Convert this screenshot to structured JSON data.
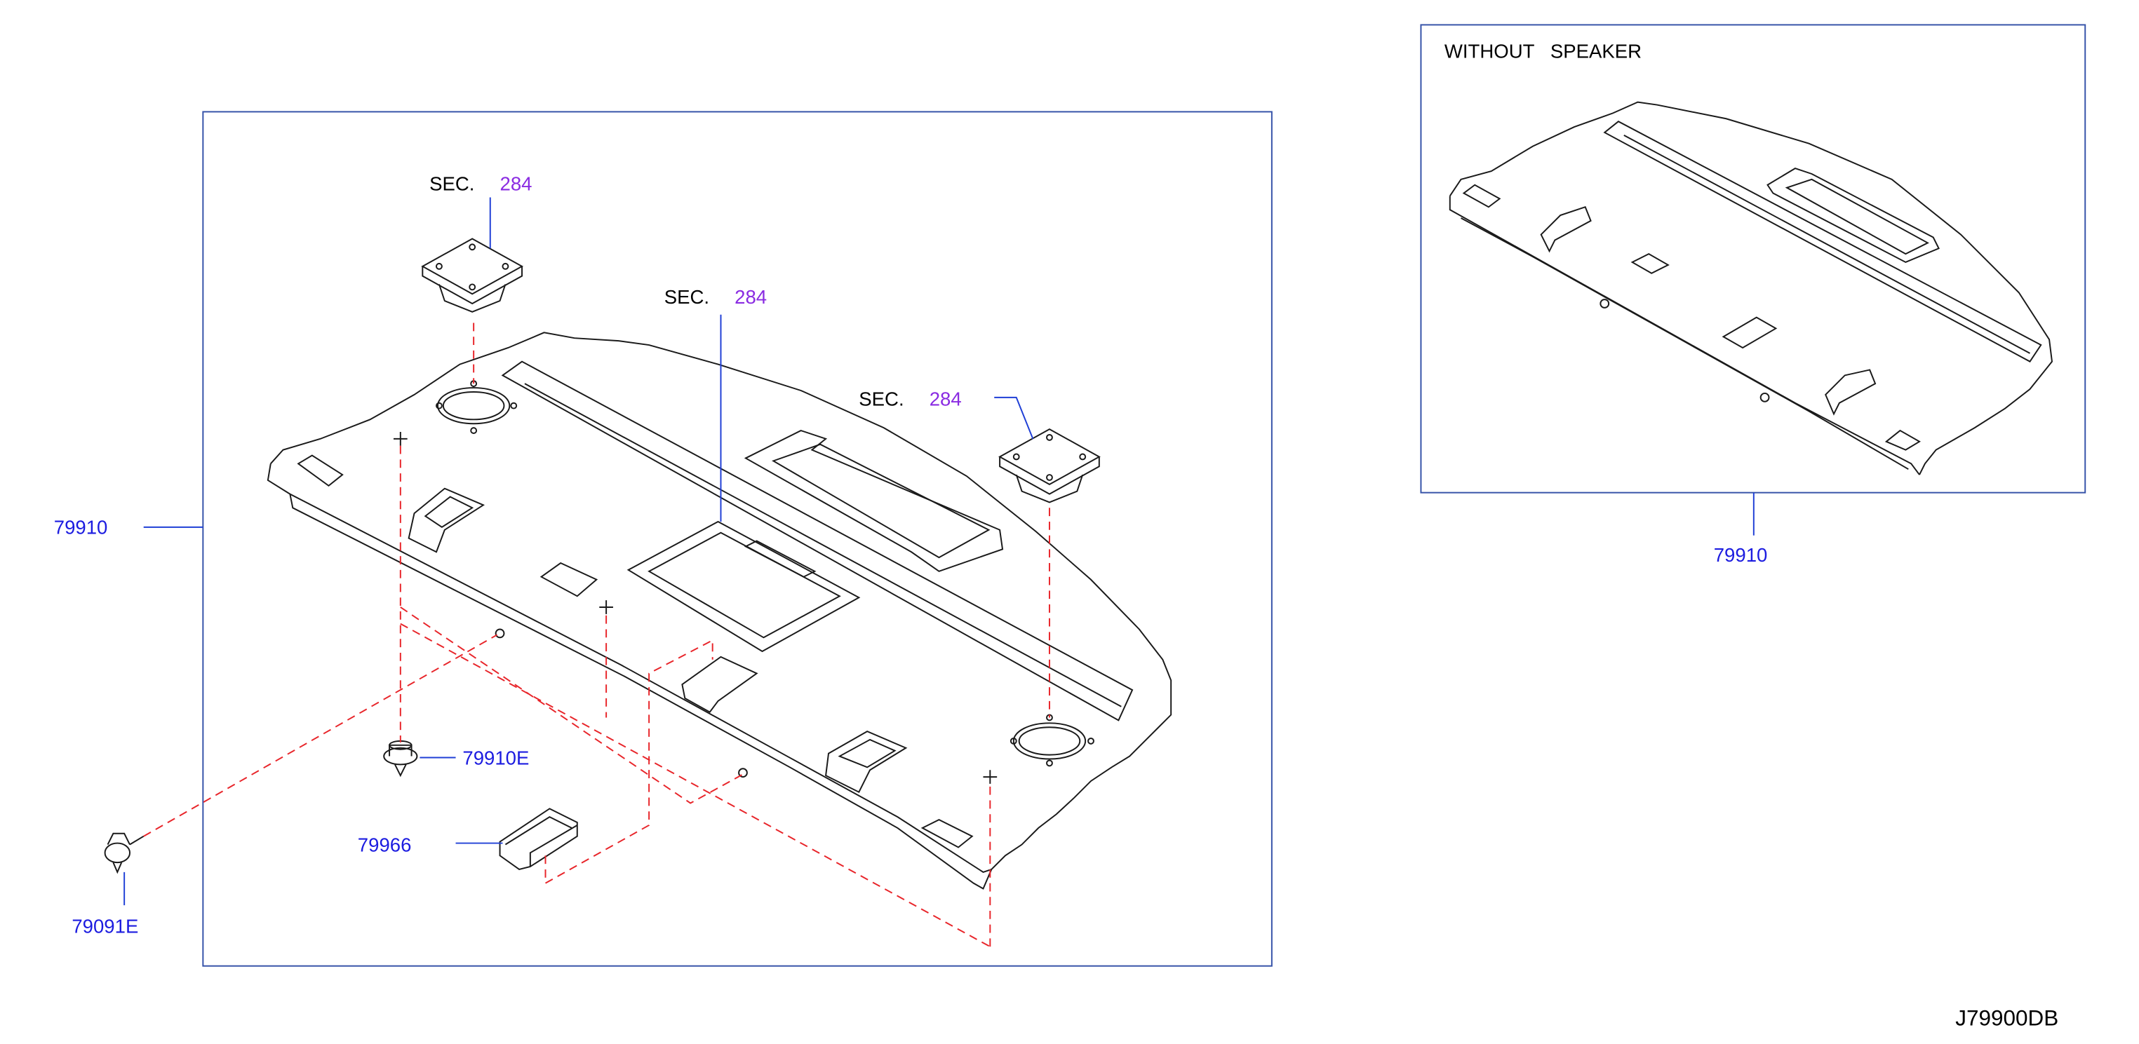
{
  "colors": {
    "frame": "#3552a8",
    "drawing": "#1a1a1a",
    "leader": "#1f3fd6",
    "dashed": "#e8252a",
    "part_number": "#1c1ce0",
    "section_ref": "#8a2be2",
    "text": "#000000"
  },
  "callouts": {
    "sec_left": {
      "prefix": "SEC.",
      "number": "284"
    },
    "sec_center": {
      "prefix": "SEC.",
      "number": "284"
    },
    "sec_right": {
      "prefix": "SEC.",
      "number": "284"
    }
  },
  "parts": {
    "main_shelf": "79910",
    "clip_e": "79910E",
    "cover": "79966",
    "fastener": "79091E",
    "inset_shelf": "79910"
  },
  "inset": {
    "title": "WITHOUT   SPEAKER"
  },
  "diagram_code": "J79900DB",
  "icons": [
    "speaker-mount-icon",
    "clip-icon",
    "fastener-icon",
    "cover-icon"
  ]
}
